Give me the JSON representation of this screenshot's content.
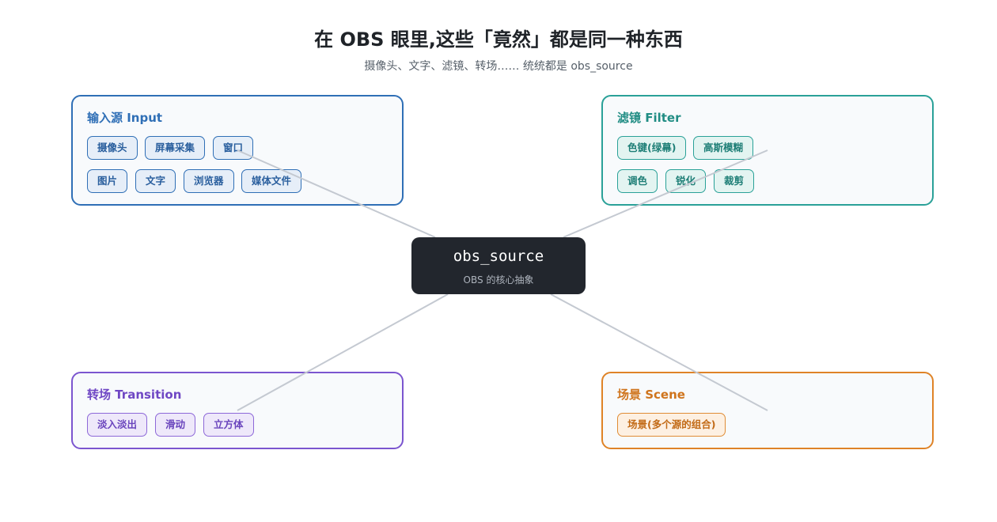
{
  "header": {
    "title": "在 OBS 眼里,这些「竟然」都是同一种东西",
    "subtitle": "摄像头、文字、滤镜、转场…… 统统都是 obs_source"
  },
  "center": {
    "title": "obs_source",
    "subtitle": "OBS 的核心抽象"
  },
  "groups": {
    "input": {
      "title": "输入源 Input",
      "color": "#2f6fb6",
      "items": [
        "摄像头",
        "屏幕采集",
        "窗口",
        "图片",
        "文字",
        "浏览器",
        "媒体文件"
      ]
    },
    "filter": {
      "title": "滤镜 Filter",
      "color": "#2aa198",
      "items": [
        "色键(绿幕)",
        "高斯模糊",
        "调色",
        "锐化",
        "裁剪"
      ]
    },
    "transition": {
      "title": "转场 Transition",
      "color": "#7b55cf",
      "items": [
        "淡入淡出",
        "滑动",
        "立方体"
      ]
    },
    "scene": {
      "title": "场景 Scene",
      "color": "#df8327",
      "items": [
        "场景(多个源的组合)"
      ]
    }
  },
  "colors": {
    "center_bg": "#22262d",
    "connector": "#c4c9d1"
  }
}
